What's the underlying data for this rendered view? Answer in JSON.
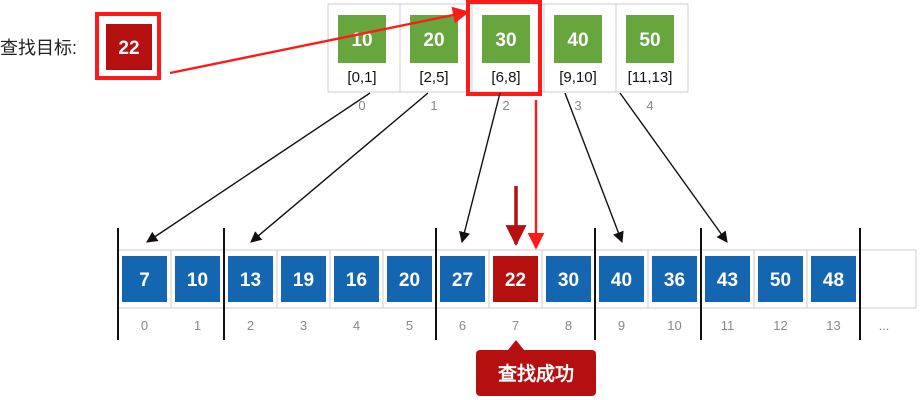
{
  "target": {
    "label": "查找目标:",
    "value": "22"
  },
  "index_table": [
    {
      "key": "10",
      "range": "[0,1]",
      "idx": "0"
    },
    {
      "key": "20",
      "range": "[2,5]",
      "idx": "1"
    },
    {
      "key": "30",
      "range": "[6,8]",
      "idx": "2",
      "highlight": true
    },
    {
      "key": "40",
      "range": "[9,10]",
      "idx": "3"
    },
    {
      "key": "50",
      "range": "[11,13]",
      "idx": "4"
    }
  ],
  "array": [
    {
      "value": "7",
      "idx": "0"
    },
    {
      "value": "10",
      "idx": "1"
    },
    {
      "value": "13",
      "idx": "2"
    },
    {
      "value": "19",
      "idx": "3"
    },
    {
      "value": "16",
      "idx": "4"
    },
    {
      "value": "20",
      "idx": "5"
    },
    {
      "value": "27",
      "idx": "6"
    },
    {
      "value": "22",
      "idx": "7",
      "found": true
    },
    {
      "value": "30",
      "idx": "8"
    },
    {
      "value": "40",
      "idx": "9"
    },
    {
      "value": "36",
      "idx": "10"
    },
    {
      "value": "43",
      "idx": "11"
    },
    {
      "value": "50",
      "idx": "12"
    },
    {
      "value": "48",
      "idx": "13"
    }
  ],
  "array_ellipsis": "...",
  "success_label": "查找成功",
  "colors": {
    "green": "#67a63d",
    "blue": "#1566b0",
    "dark_red": "#b50f0f",
    "red": "#ff1a1a",
    "line": "#111111",
    "cell_border": "#cccccc",
    "index_text": "#888888"
  }
}
